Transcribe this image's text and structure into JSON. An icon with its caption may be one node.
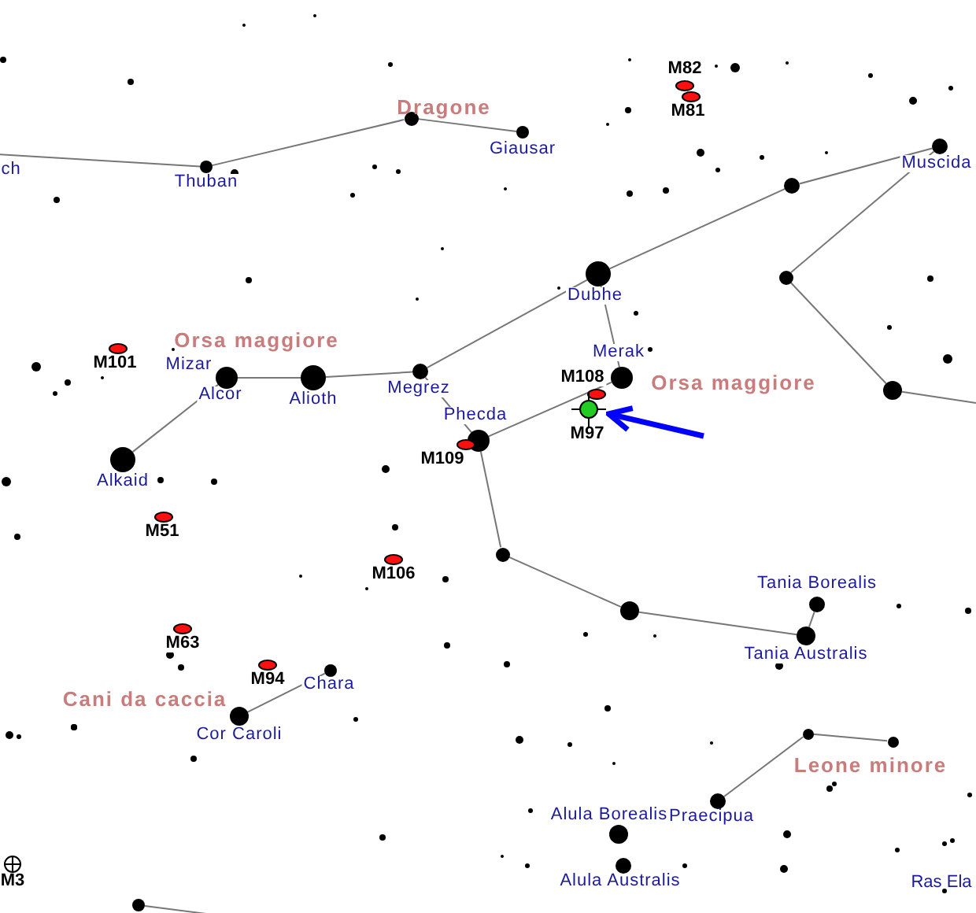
{
  "diagram": {
    "nodes": [
      {
        "text": [
          "Thuban"
        ]
      },
      {
        "text": [],
        "shape": "circle"
      },
      {
        "text": [
          "Giausar"
        ]
      },
      {
        "text": [
          "M82"
        ]
      },
      {
        "text": [
          "M81"
        ]
      },
      {
        "text": [
          "Muscida"
        ]
      },
      {
        "text": [],
        "shape": "circle"
      },
      {
        "text": [
          "Dubhe"
        ]
      },
      {
        "text": [],
        "shape": "circle"
      },
      {
        "text": [
          "M101"
        ]
      },
      {
        "text": [
          "Mizar",
          "Alcor"
        ]
      },
      {
        "text": [
          "Alioth"
        ]
      },
      {
        "text": [
          "Megrez"
        ]
      },
      {
        "text": [
          "Merak"
        ]
      },
      {
        "text": [
          "M108"
        ]
      },
      {
        "text": [],
        "shape": "circle"
      },
      {
        "text": [
          "M97"
        ]
      },
      {
        "text": [
          "Phecda"
        ]
      },
      {
        "text": [
          "M109"
        ]
      },
      {
        "text": [
          "Alkaid"
        ]
      },
      {
        "text": [
          "M51"
        ]
      },
      {
        "text": [],
        "shape": "circle"
      },
      {
        "text": [
          "M106"
        ]
      },
      {
        "text": [
          "Tania Borealis"
        ]
      },
      {
        "text": [],
        "shape": "circle"
      },
      {
        "text": [
          "M63"
        ]
      },
      {
        "text": [
          "Tania Australis"
        ]
      },
      {
        "text": [
          "M94"
        ]
      },
      {
        "text": [
          "Chara"
        ]
      },
      {
        "text": [
          "Cor Caroli"
        ]
      },
      {
        "text": [],
        "shape": "circle"
      },
      {
        "text": [],
        "shape": "circle"
      },
      {
        "text": [
          "Praecipua"
        ]
      },
      {
        "text": [
          "Alula Borealis"
        ]
      },
      {
        "text": [
          "Alula Australis"
        ]
      },
      {
        "text": [
          "M3"
        ]
      },
      {
        "text": [],
        "shape": "circle"
      },
      {
        "text": [
          "ch"
        ]
      }
    ],
    "edges": [
      {
        "from": 37,
        "to": 0,
        "arrow": "none"
      },
      {
        "from": 0,
        "to": 1,
        "arrow": "none"
      },
      {
        "from": 1,
        "to": 2,
        "arrow": "none"
      },
      {
        "from": 19,
        "to": 10,
        "arrow": "none"
      },
      {
        "from": 10,
        "to": 11,
        "arrow": "none"
      },
      {
        "from": 11,
        "to": 12,
        "arrow": "none"
      },
      {
        "from": 12,
        "to": 17,
        "arrow": "none"
      },
      {
        "from": 17,
        "to": 13,
        "arrow": "none"
      },
      {
        "from": 13,
        "to": 7,
        "arrow": "none"
      },
      {
        "from": 7,
        "to": 12,
        "arrow": "none"
      },
      {
        "from": 7,
        "to": 6,
        "arrow": "none"
      },
      {
        "from": 6,
        "to": 5,
        "arrow": "none"
      },
      {
        "from": 5,
        "to": 8,
        "arrow": "none"
      },
      {
        "from": 8,
        "to": 15,
        "arrow": "none"
      },
      {
        "from": 15,
        "to": null,
        "arrow": "none"
      },
      {
        "from": 17,
        "to": 21,
        "arrow": "none"
      },
      {
        "from": 21,
        "to": 24,
        "arrow": "none"
      },
      {
        "from": 24,
        "to": 26,
        "arrow": "none"
      },
      {
        "from": 26,
        "to": 23,
        "arrow": "none"
      },
      {
        "from": 29,
        "to": 28,
        "arrow": "none"
      },
      {
        "from": 32,
        "to": 30,
        "arrow": "none"
      },
      {
        "from": 30,
        "to": 31,
        "arrow": "none"
      },
      {
        "from": 36,
        "to": null,
        "arrow": "none"
      },
      {
        "from": null,
        "to": 16,
        "arrow": "to",
        "style": "thick",
        "color": "#0000ff"
      }
    ],
    "labels": [
      "Dragone",
      "Orsa maggiore",
      "Orsa maggiore",
      "Cani da caccia",
      "Leone minore",
      "Ras Ela"
    ]
  }
}
